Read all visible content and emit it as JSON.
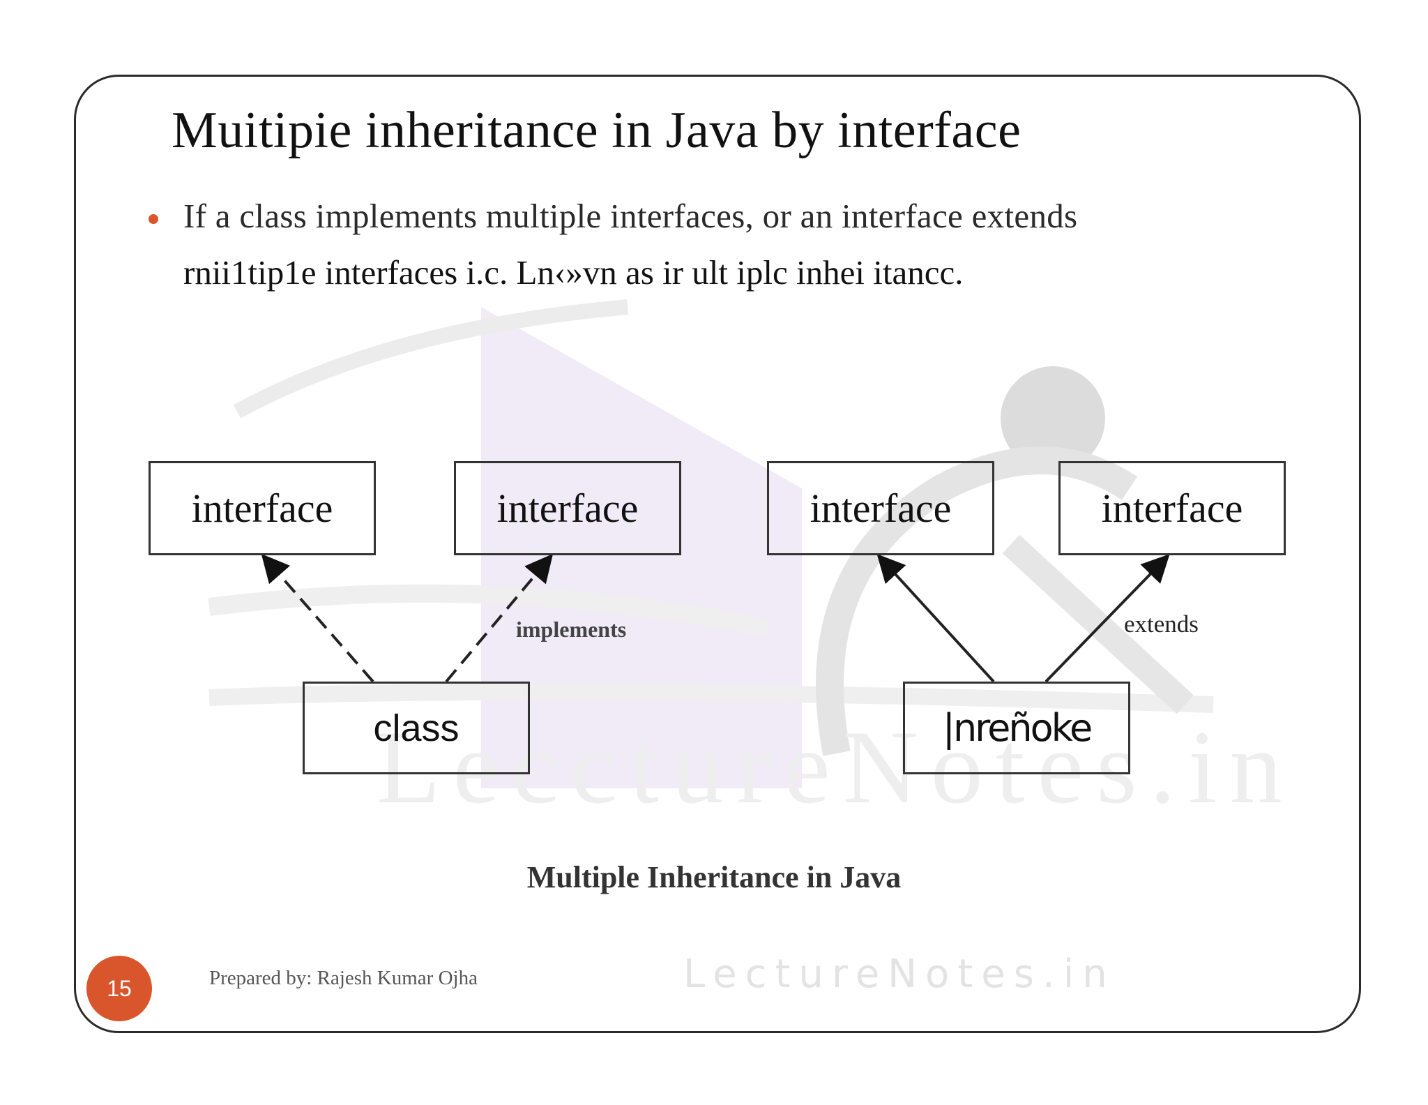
{
  "slide": {
    "title": "Muitipie inheritance in Java  by interface",
    "bullet_line_1": "If a class implements multiple interfaces, or an interface extends",
    "bullet_line_2": "rnii1tip1e  interfaces  i.c.   Ln‹»vn as ir ult iplc  inhei itancc.",
    "page_number": "15",
    "author": "Prepared by: Rajesh Kumar Ojha",
    "watermark_site": "LectureNotes.in",
    "watermark_main": "LecctureNotes.in",
    "accent_color": "#d9552b"
  },
  "diagram": {
    "left": {
      "parent_1": "interface",
      "parent_2": "interface",
      "child": "class",
      "edge_label": "implements"
    },
    "right": {
      "parent_1": "interface",
      "parent_2": "interface",
      "child": "|nreñoke",
      "edge_label": "extends"
    },
    "caption": "Multiple Inheritance in Java"
  }
}
